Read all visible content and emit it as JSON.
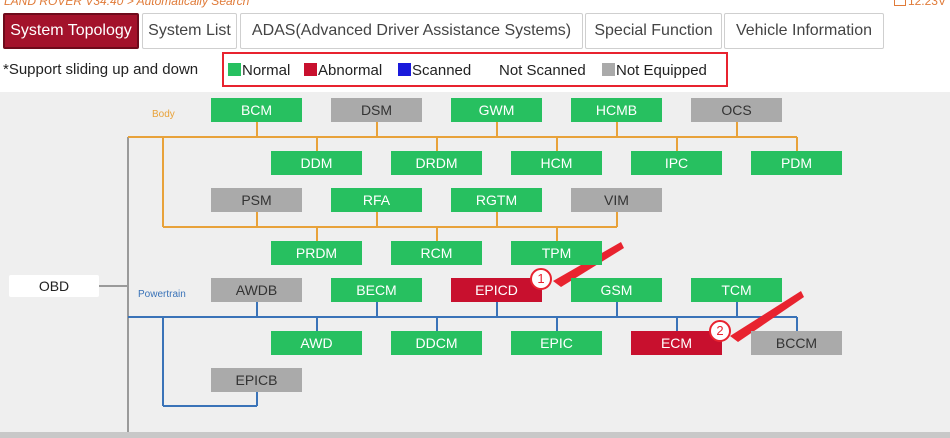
{
  "header": {
    "title": "LAND ROVER V34.40 > Automatically Search",
    "voltage": "12.23V"
  },
  "tabs": [
    {
      "label": "System Topology",
      "active": true
    },
    {
      "label": "System List",
      "active": false
    },
    {
      "label": "ADAS(Advanced Driver Assistance Systems)",
      "active": false
    },
    {
      "label": "Special Function",
      "active": false
    },
    {
      "label": "Vehicle Information",
      "active": false
    }
  ],
  "hint": "*Support sliding up and down",
  "legend": [
    {
      "label": "Normal",
      "color": "#27c060"
    },
    {
      "label": "Abnormal",
      "color": "#c8102e"
    },
    {
      "label": "Scanned",
      "color": "#1a1adb"
    },
    {
      "label": "Not Scanned",
      "color": "#ffffff"
    },
    {
      "label": "Not Equipped",
      "color": "#aaaaaa"
    }
  ],
  "topology": {
    "root": "OBD",
    "groups": [
      {
        "name": "Body",
        "color": "#e8a23a"
      },
      {
        "name": "Powertrain",
        "color": "#3a73b8"
      }
    ],
    "modules": [
      {
        "name": "BCM",
        "status": "normal"
      },
      {
        "name": "DSM",
        "status": "not-equipped"
      },
      {
        "name": "GWM",
        "status": "normal"
      },
      {
        "name": "HCMB",
        "status": "normal"
      },
      {
        "name": "OCS",
        "status": "not-equipped"
      },
      {
        "name": "DDM",
        "status": "normal"
      },
      {
        "name": "DRDM",
        "status": "normal"
      },
      {
        "name": "HCM",
        "status": "normal"
      },
      {
        "name": "IPC",
        "status": "normal"
      },
      {
        "name": "PDM",
        "status": "normal"
      },
      {
        "name": "PSM",
        "status": "not-equipped"
      },
      {
        "name": "RFA",
        "status": "normal"
      },
      {
        "name": "RGTM",
        "status": "normal"
      },
      {
        "name": "VIM",
        "status": "not-equipped"
      },
      {
        "name": "PRDM",
        "status": "normal"
      },
      {
        "name": "RCM",
        "status": "normal"
      },
      {
        "name": "TPM",
        "status": "normal"
      },
      {
        "name": "AWDB",
        "status": "not-equipped"
      },
      {
        "name": "BECM",
        "status": "normal"
      },
      {
        "name": "EPICD",
        "status": "abnormal"
      },
      {
        "name": "GSM",
        "status": "normal"
      },
      {
        "name": "TCM",
        "status": "normal"
      },
      {
        "name": "AWD",
        "status": "normal"
      },
      {
        "name": "DDCM",
        "status": "normal"
      },
      {
        "name": "EPIC",
        "status": "normal"
      },
      {
        "name": "ECM",
        "status": "abnormal"
      },
      {
        "name": "BCCM",
        "status": "not-equipped"
      },
      {
        "name": "EPICB",
        "status": "not-equipped"
      }
    ]
  },
  "annotations": [
    {
      "label": "1",
      "target": "EPICD"
    },
    {
      "label": "2",
      "target": "ECM"
    }
  ],
  "colors": {
    "accent": "#a3122b",
    "highlight": "#e8232f"
  }
}
